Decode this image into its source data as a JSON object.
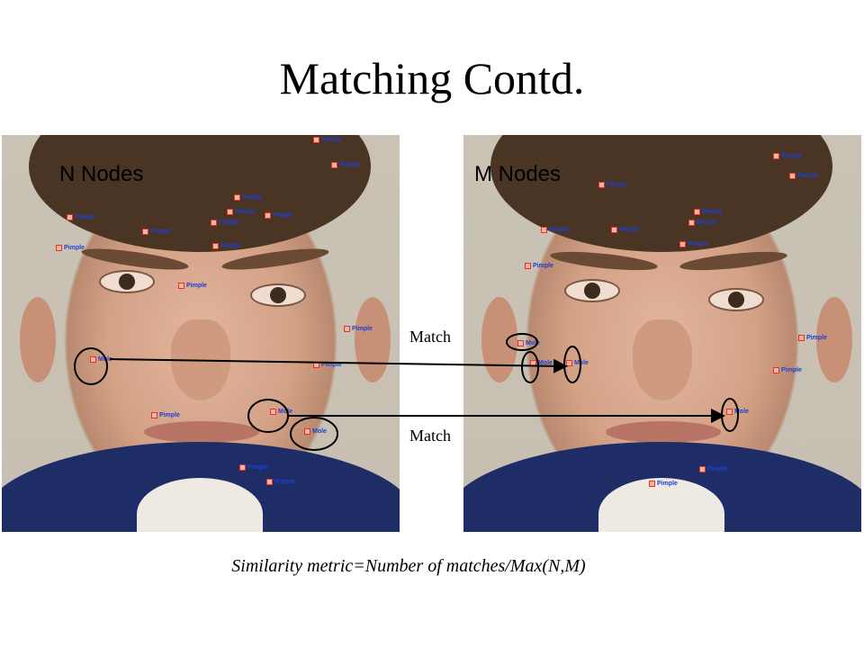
{
  "slide": {
    "title": "Matching Contd.",
    "caption": "Similarity metric=Number of matches/Max(N,M)"
  },
  "left_image": {
    "label": "N Nodes",
    "tags": [
      "Pimple",
      "Pimple",
      "Pimple",
      "Pimple",
      "Pimple",
      "Pimple",
      "Pimple",
      "Pimple",
      "Pimple",
      "Pimple",
      "Pimple",
      "Pimple",
      "Mole",
      "Pimple",
      "Mole",
      "Mole",
      "Pimple",
      "Pimple",
      "Pimple"
    ]
  },
  "right_image": {
    "label": "M Nodes",
    "tags": [
      "Pimple",
      "Pimple",
      "Pimple",
      "Pimple",
      "Pimple",
      "Pimple",
      "Pimple",
      "Pimple",
      "Pimple",
      "Mole",
      "Mole",
      "Mole",
      "Pimple",
      "Pimple",
      "Mole",
      "Pimple",
      "Pimple"
    ]
  },
  "matches": [
    "Match",
    "Match"
  ],
  "colors": {
    "tag_text": "#1b3fd6",
    "tag_marker": "#e8301f",
    "annotation": "#000000"
  }
}
